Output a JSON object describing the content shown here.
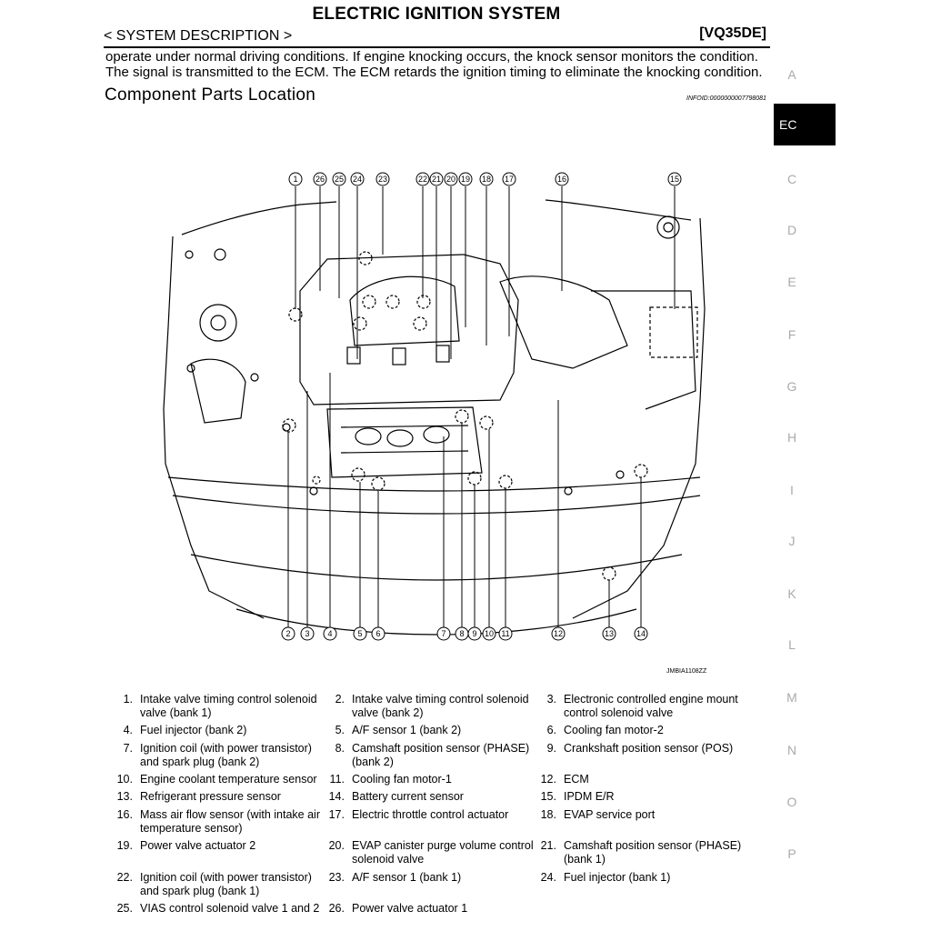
{
  "header": {
    "title": "ELECTRIC IGNITION SYSTEM",
    "section": "< SYSTEM DESCRIPTION >",
    "model": "[VQ35DE]"
  },
  "body": {
    "line1": "operate under normal driving conditions. If engine knocking occurs, the knock sensor monitors the condition.",
    "line2": "The signal is transmitted to the ECM. The ECM retards the ignition timing to eliminate the knocking condition."
  },
  "section_title": "Component Parts Location",
  "info_id": "INFOID:0000000007798081",
  "figure_code": "JMBIA1108ZZ",
  "side_index": {
    "active": "EC",
    "letters": [
      "A",
      "C",
      "D",
      "E",
      "F",
      "G",
      "H",
      "I",
      "J",
      "K",
      "L",
      "M",
      "N",
      "O",
      "P"
    ]
  },
  "callouts": {
    "top": [
      "1",
      "26",
      "25",
      "24",
      "23",
      "22",
      "21",
      "20",
      "19",
      "18",
      "17",
      "16",
      "15"
    ],
    "bottom": [
      "2",
      "3",
      "4",
      "5",
      "6",
      "7",
      "8",
      "9",
      "10",
      "11",
      "12",
      "13",
      "14"
    ]
  },
  "parts": [
    {
      "num": "1.",
      "text": "Intake valve timing control solenoid valve (bank 1)"
    },
    {
      "num": "2.",
      "text": "Intake valve timing control solenoid valve (bank 2)"
    },
    {
      "num": "3.",
      "text": "Electronic controlled engine mount control solenoid valve"
    },
    {
      "num": "4.",
      "text": "Fuel injector (bank 2)"
    },
    {
      "num": "5.",
      "text": "A/F sensor 1 (bank 2)"
    },
    {
      "num": "6.",
      "text": "Cooling fan motor-2"
    },
    {
      "num": "7.",
      "text": "Ignition coil (with power transistor) and spark plug (bank 2)"
    },
    {
      "num": "8.",
      "text": "Camshaft position sensor (PHASE) (bank 2)"
    },
    {
      "num": "9.",
      "text": "Crankshaft position sensor (POS)"
    },
    {
      "num": "10.",
      "text": "Engine coolant temperature sensor"
    },
    {
      "num": "11.",
      "text": "Cooling fan motor-1"
    },
    {
      "num": "12.",
      "text": "ECM"
    },
    {
      "num": "13.",
      "text": "Refrigerant pressure sensor"
    },
    {
      "num": "14.",
      "text": "Battery current sensor"
    },
    {
      "num": "15.",
      "text": "IPDM E/R"
    },
    {
      "num": "16.",
      "text": "Mass air flow sensor (with intake air temperature sensor)"
    },
    {
      "num": "17.",
      "text": "Electric throttle control actuator"
    },
    {
      "num": "18.",
      "text": "EVAP service port"
    },
    {
      "num": "19.",
      "text": "Power valve actuator 2"
    },
    {
      "num": "20.",
      "text": "EVAP canister purge volume control solenoid valve"
    },
    {
      "num": "21.",
      "text": "Camshaft position sensor (PHASE) (bank 1)"
    },
    {
      "num": "22.",
      "text": "Ignition coil (with power transistor) and spark plug (bank 1)"
    },
    {
      "num": "23.",
      "text": "A/F sensor 1 (bank 1)"
    },
    {
      "num": "24.",
      "text": "Fuel injector (bank 1)"
    },
    {
      "num": "25.",
      "text": "VIAS control solenoid valve 1 and 2"
    },
    {
      "num": "26.",
      "text": "Power valve actuator 1"
    }
  ]
}
